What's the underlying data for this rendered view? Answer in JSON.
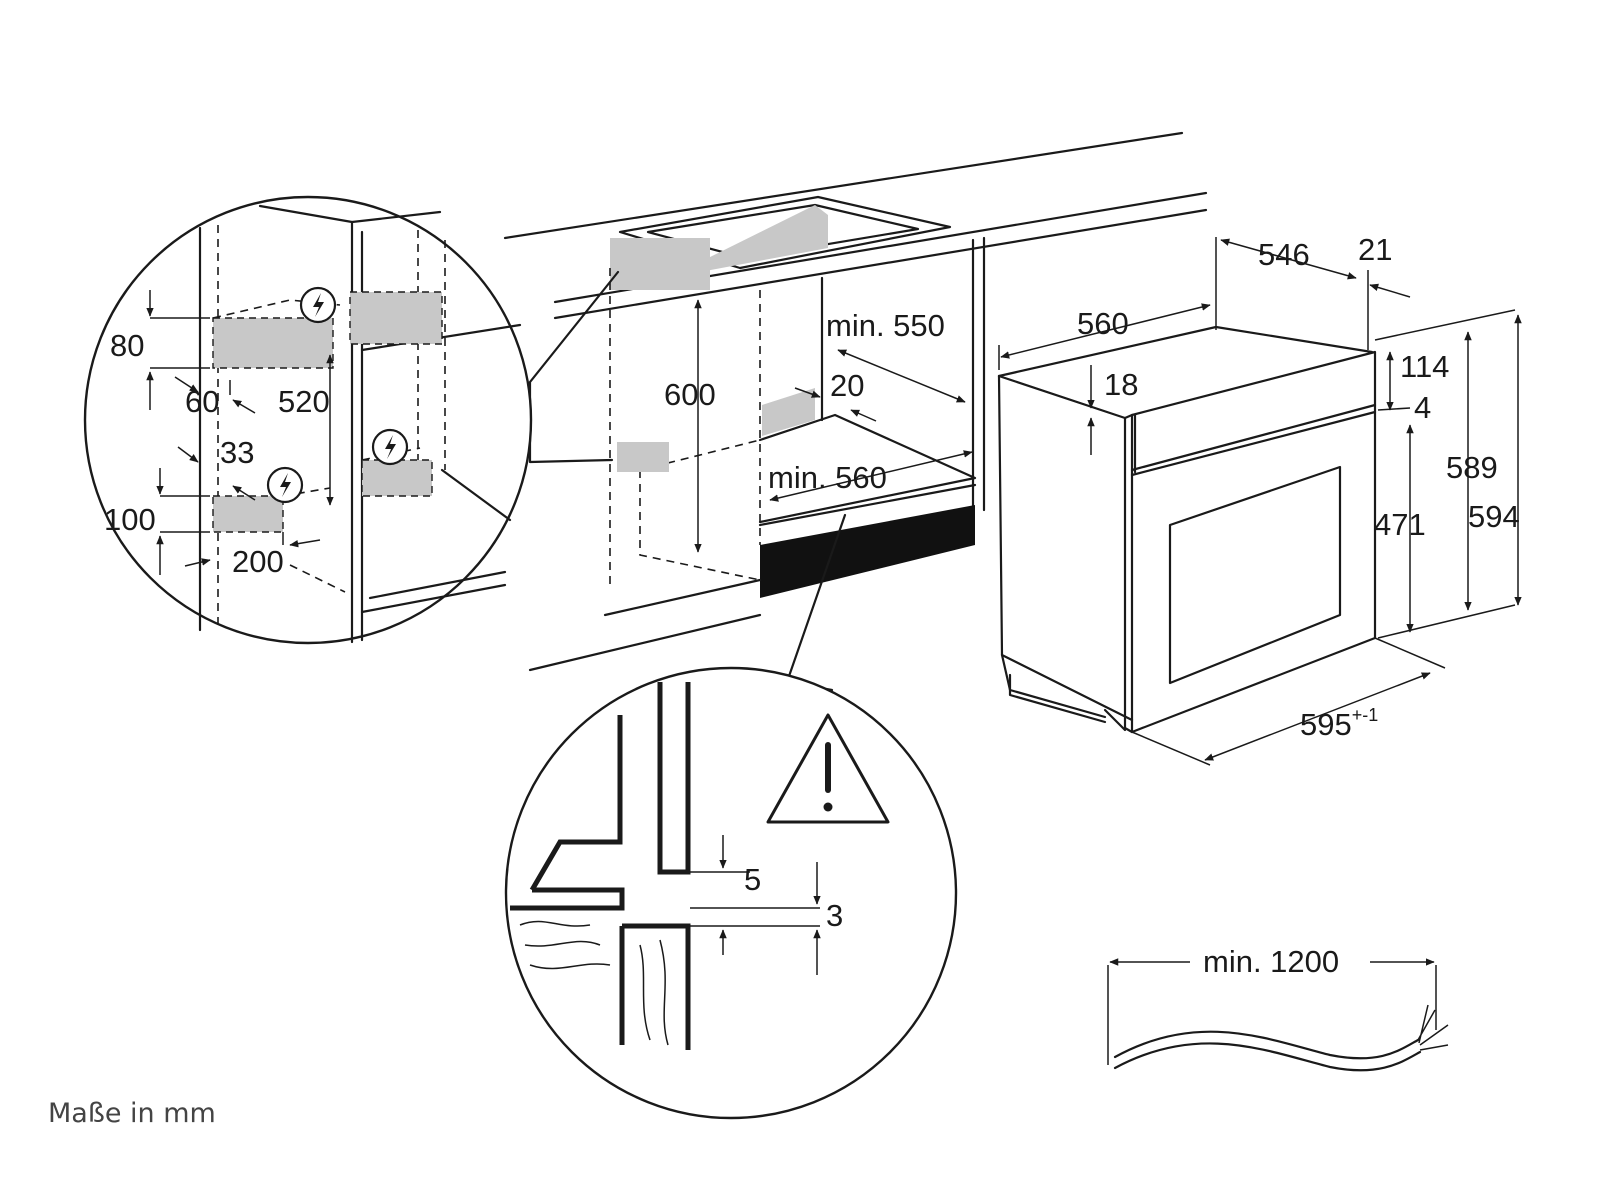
{
  "dimensions": {
    "d546": "546",
    "d21": "21",
    "d560_top": "560",
    "d114": "114",
    "d18": "18",
    "d4": "4",
    "d589": "589",
    "d594": "594",
    "d471": "471",
    "d595": "595",
    "d595_tol": "+-1",
    "min550": "min. 550",
    "d600": "600",
    "d20": "20",
    "min560": "min. 560",
    "min1200": "min. 1200",
    "d80": "80",
    "d60": "60",
    "d520": "520",
    "d33": "33",
    "d100": "100",
    "d200": "200",
    "d5": "5",
    "d3": "3"
  },
  "icons": {
    "electric_hazard": "lightning-in-circle",
    "warning": "exclamation-triangle"
  },
  "caption": "Maße in mm"
}
